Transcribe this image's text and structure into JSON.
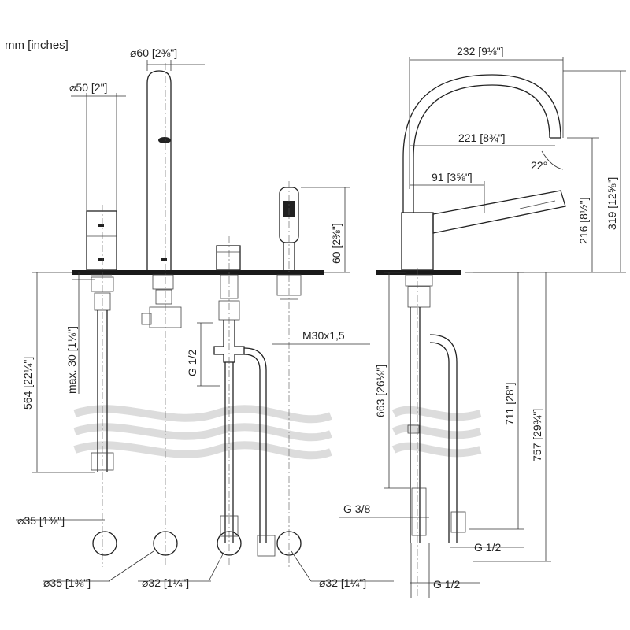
{
  "units": "mm [inches]",
  "labels": {
    "d60": "⌀60 [2⅜\"]",
    "d50": "⌀50 [2\"]",
    "h232": "232 [9⅛\"]",
    "h221": "221 [8¾\"]",
    "angle22": "22°",
    "h91": "91 [3⅝\"]",
    "v319": "319 [12⅝\"]",
    "v216": "216 [8½\"]",
    "v60": "60 [2⅜\"]",
    "max30": "max. 30 [1⅛\"]",
    "v564": "564 [22¼\"]",
    "g12_left": "G 1/2",
    "m30": "M30x1,5",
    "v663": "663 [26⅛\"]",
    "v711": "711 [28\"]",
    "v757": "757 [29¾\"]",
    "g38": "G 3/8",
    "g12_r1": "G 1/2",
    "g12_r2": "G 1/2",
    "d35a": "⌀35 [1⅜\"]",
    "d35b": "⌀35 [1⅜\"]",
    "d32a": "⌀32 [1¼\"]",
    "d32b": "⌀32 [1¼\"]"
  }
}
